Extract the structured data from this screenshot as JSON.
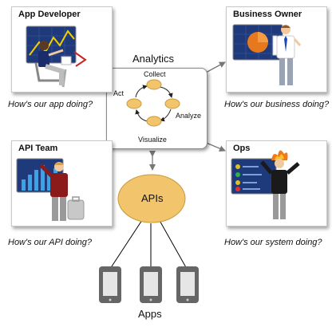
{
  "analytics": {
    "title": "Analytics",
    "cycle": {
      "collect": "Collect",
      "analyze": "Analyze",
      "visualize": "Visualize",
      "act": "Act"
    }
  },
  "personas": {
    "app_developer": {
      "title": "App Developer",
      "question": "How's our app doing?"
    },
    "business_owner": {
      "title": "Business Owner",
      "question": "How's our business doing?"
    },
    "api_team": {
      "title": "API Team",
      "question": "How's our API doing?"
    },
    "ops": {
      "title": "Ops",
      "question": "How's our system doing?"
    }
  },
  "apis": {
    "label": "APIs"
  },
  "apps": {
    "label": "Apps"
  },
  "colors": {
    "node_fill": "#f2c46b",
    "node_stroke": "#c89a3c",
    "connector": "#777777",
    "phone_body": "#666666",
    "phone_screen": "#e6e6e6"
  }
}
